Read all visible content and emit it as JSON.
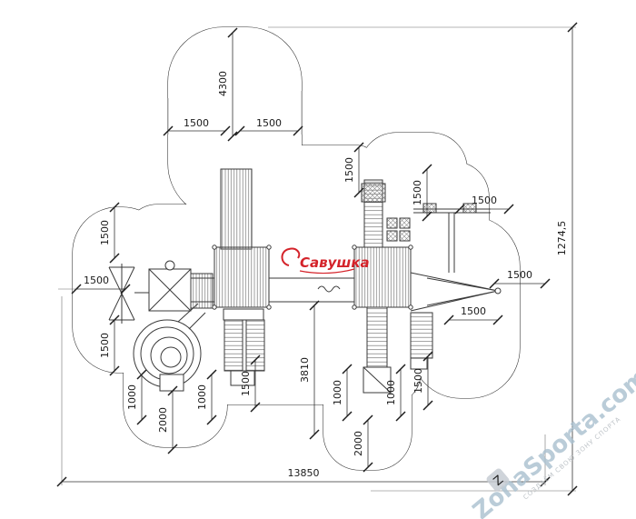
{
  "dims": {
    "t1": "1500",
    "t2": "4300",
    "t3": "1500",
    "l1": "1500",
    "l2": "1500",
    "l3": "1500",
    "b1": "1000",
    "b2": "2000",
    "b3": "1000",
    "b4": "1500",
    "b5": "3810",
    "b6": "1000",
    "b7": "1000",
    "b8": "1500",
    "b9": "2000",
    "r1": "1500",
    "r2": "1500",
    "r3": "1500",
    "r4": "1500",
    "r5": "1500",
    "total_width": "13850",
    "total_height": "1274,5"
  },
  "logo": {
    "text": "Савушка"
  },
  "watermark": {
    "brand": "ZonaSporta.com",
    "tagline": "СОЗДАЁМ СВОЮ ЗОНУ СПОРТА",
    "icon": "Z"
  }
}
